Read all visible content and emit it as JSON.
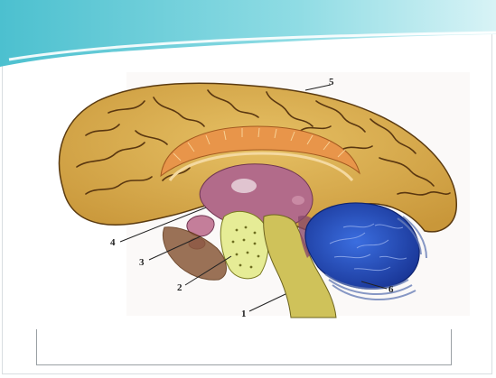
{
  "labels": {
    "l1": "1",
    "l2": "2",
    "l3": "3",
    "l4": "4",
    "l5": "5",
    "l6": "6"
  },
  "colors": {
    "header_teal": "#5ec9d6",
    "cortex": "#d9ad47",
    "cortex_dark": "#7a4e16",
    "corpus_callosum": "#e4974a",
    "brainstem": "#c8ba52",
    "thalamus": "#b06a88",
    "cerebellum": "#2a4fc4",
    "pons": "#e8e890"
  }
}
